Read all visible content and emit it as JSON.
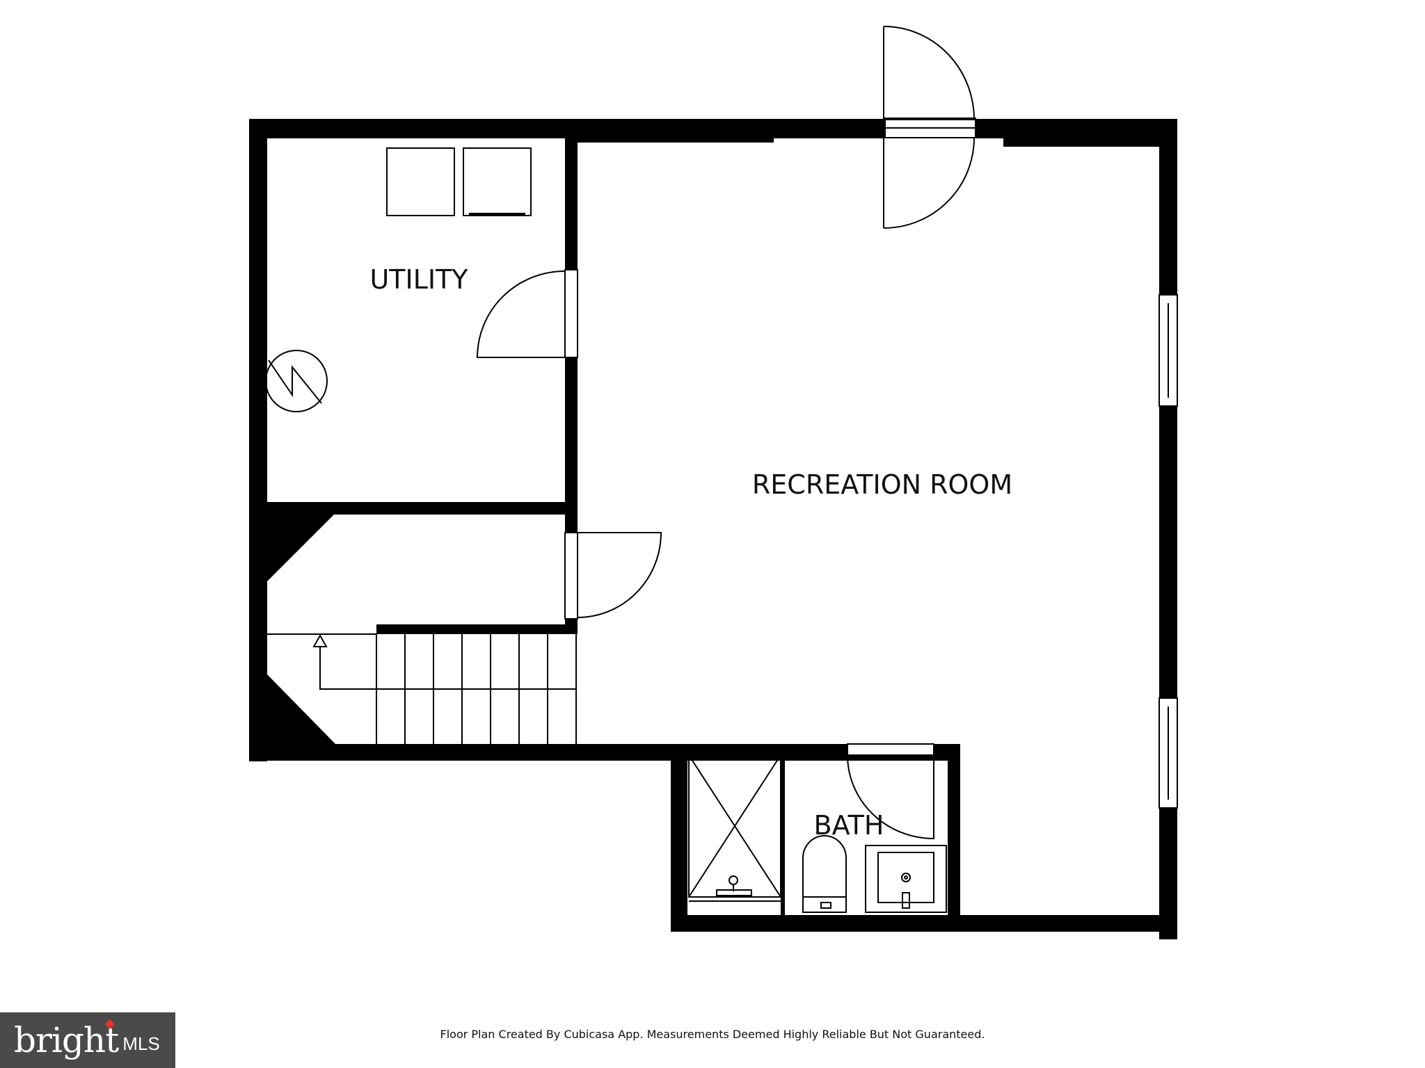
{
  "rooms": {
    "utility": "UTILITY",
    "recreation": "RECREATION ROOM",
    "bath": "BATH"
  },
  "footer_text": "Floor Plan Created By Cubicasa App. Measurements Deemed Highly Reliable But Not Guaranteed.",
  "logo": {
    "word": "bright",
    "suffix": "MLS",
    "background": "#4a4a4a",
    "accent": "#e3342f"
  },
  "colors": {
    "wall": "#000000",
    "background": "#ffffff",
    "line": "#000000"
  }
}
